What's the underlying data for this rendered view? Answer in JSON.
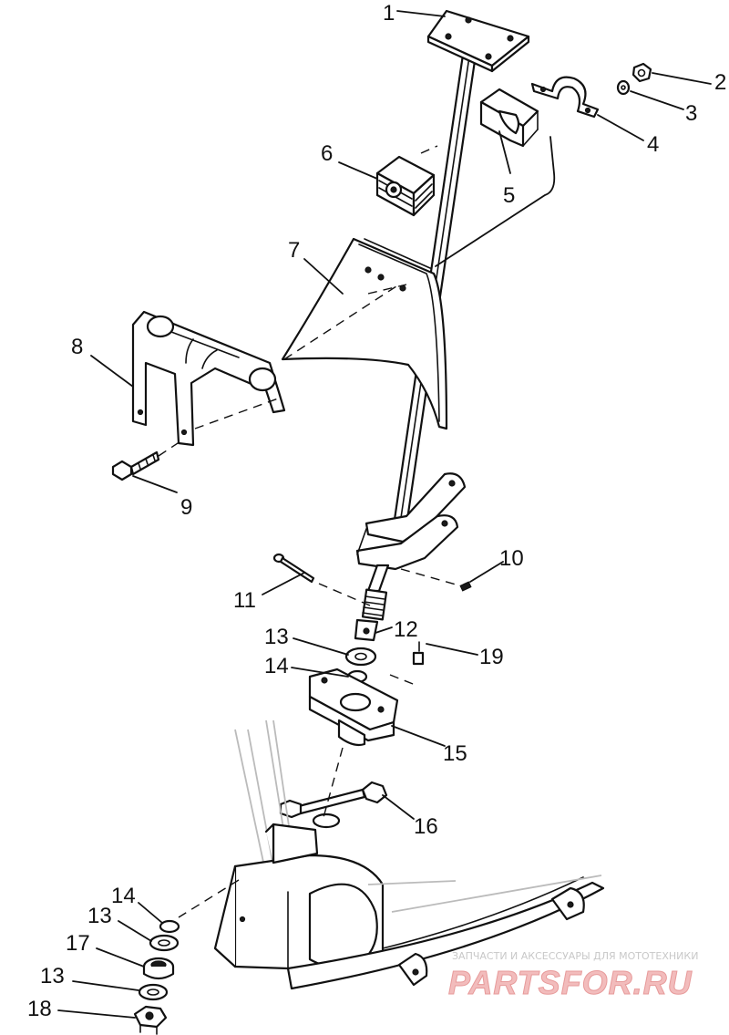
{
  "diagram": {
    "callouts": [
      {
        "id": "c1",
        "text": "1"
      },
      {
        "id": "c2",
        "text": "2"
      },
      {
        "id": "c3",
        "text": "3"
      },
      {
        "id": "c4",
        "text": "4"
      },
      {
        "id": "c5",
        "text": "5"
      },
      {
        "id": "c6",
        "text": "6"
      },
      {
        "id": "c7",
        "text": "7"
      },
      {
        "id": "c8",
        "text": "8"
      },
      {
        "id": "c9",
        "text": "9"
      },
      {
        "id": "c10",
        "text": "10"
      },
      {
        "id": "c11",
        "text": "11"
      },
      {
        "id": "c12",
        "text": "12"
      },
      {
        "id": "c13a",
        "text": "13"
      },
      {
        "id": "c14a",
        "text": "14"
      },
      {
        "id": "c15",
        "text": "15"
      },
      {
        "id": "c16",
        "text": "16"
      },
      {
        "id": "c19",
        "text": "19"
      },
      {
        "id": "c14b",
        "text": "14"
      },
      {
        "id": "c13b",
        "text": "13"
      },
      {
        "id": "c17",
        "text": "17"
      },
      {
        "id": "c13c",
        "text": "13"
      },
      {
        "id": "c18",
        "text": "18"
      }
    ]
  },
  "watermark": {
    "tagline": "ЗАПЧАСТИ И АКСЕССУАРЫ ДЛЯ МОТОТЕХНИКИ",
    "logo": "PARTSFOR.RU"
  }
}
